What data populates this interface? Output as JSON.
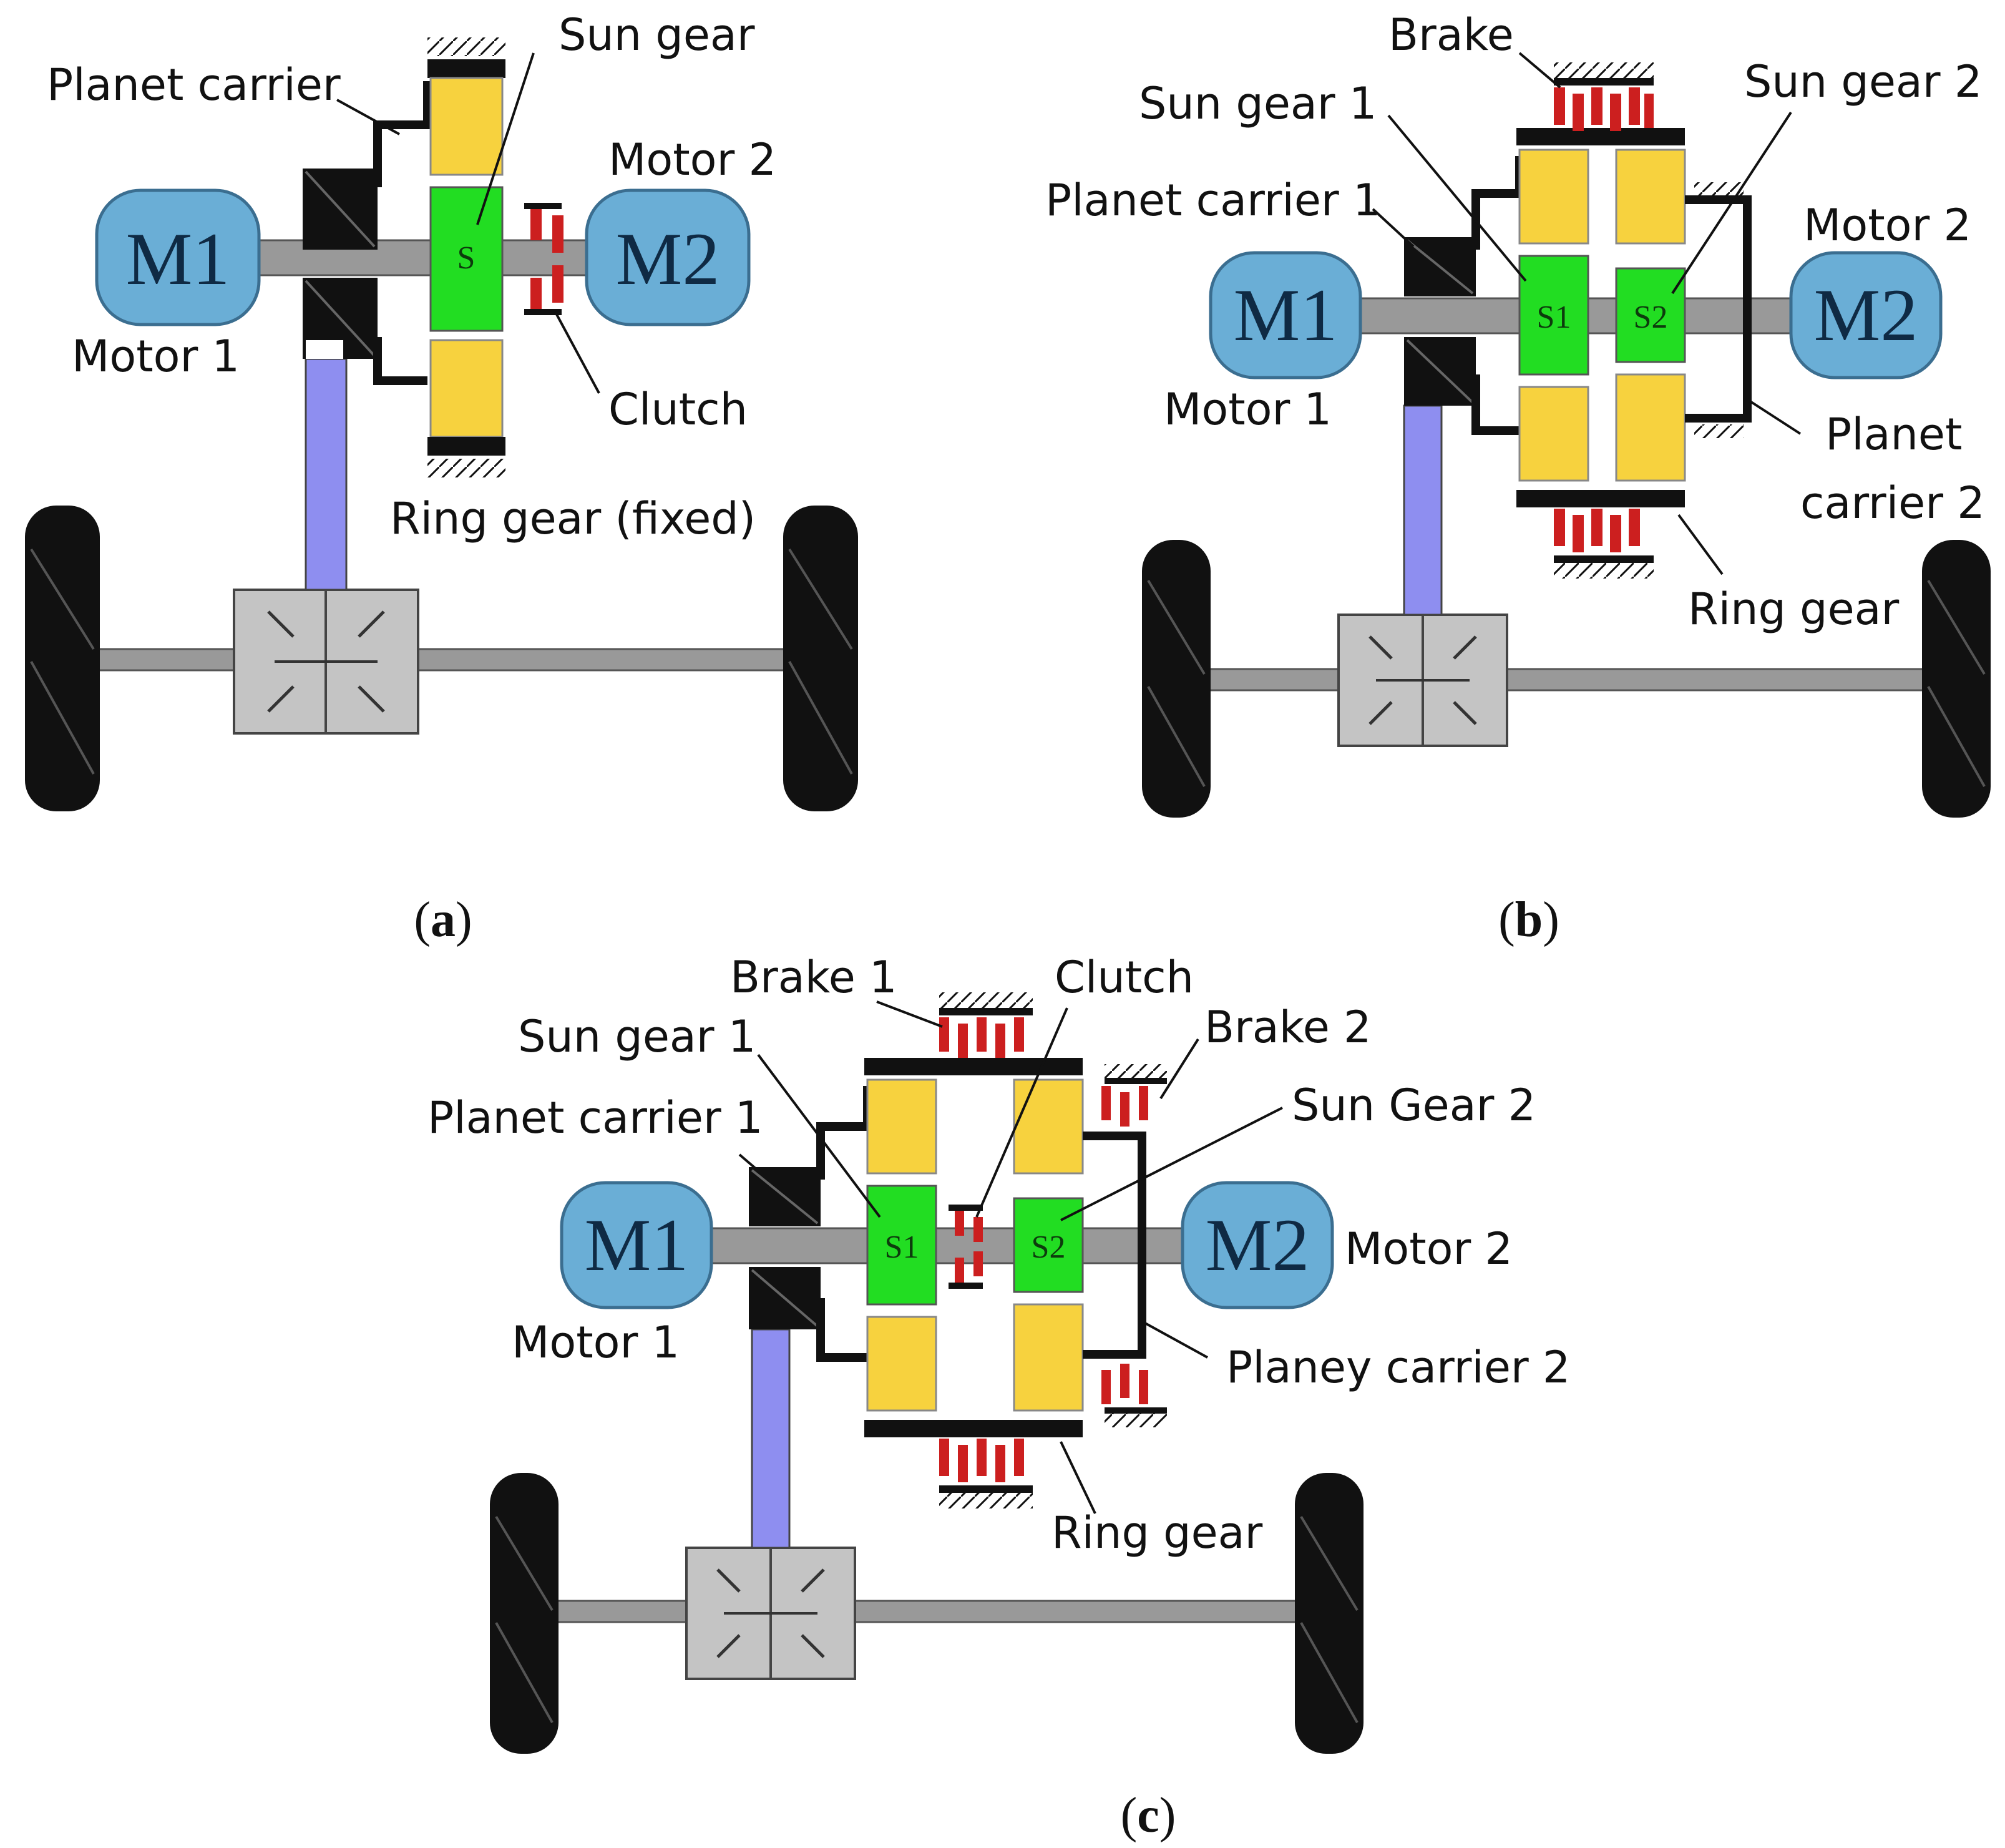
{
  "panels": {
    "a": {
      "caption_letter": "a",
      "labels": {
        "planet_carrier": "Planet carrier",
        "sun_gear": "Sun gear",
        "motor2": "Motor 2",
        "motor1": "Motor 1",
        "clutch": "Clutch",
        "ring_gear": "Ring gear (fixed)"
      },
      "motor1_symbol": "M1",
      "motor2_symbol": "M2",
      "sun_symbol": "S"
    },
    "b": {
      "caption_letter": "b",
      "labels": {
        "brake": "Brake",
        "sun_gear1": "Sun gear 1",
        "sun_gear2": "Sun gear 2",
        "planet_carrier1": "Planet carrier 1",
        "motor2": "Motor 2",
        "motor1": "Motor 1",
        "planet_carrier2_line1": "Planet",
        "planet_carrier2_line2": "carrier 2",
        "ring_gear": "Ring gear"
      },
      "motor1_symbol": "M1",
      "motor2_symbol": "M2",
      "sun1_symbol": "S1",
      "sun2_symbol": "S2"
    },
    "c": {
      "caption_letter": "c",
      "labels": {
        "brake1": "Brake 1",
        "clutch": "Clutch",
        "brake2": "Brake 2",
        "sun_gear1": "Sun gear 1",
        "sun_gear2": "Sun Gear 2",
        "planet_carrier1": "Planet carrier 1",
        "motor2": "Motor 2",
        "motor1": "Motor 1",
        "planet_carrier2": "Planey carrier 2",
        "ring_gear": "Ring gear"
      },
      "motor1_symbol": "M1",
      "motor2_symbol": "M2",
      "sun1_symbol": "S1",
      "sun2_symbol": "S2"
    }
  },
  "colors": {
    "motor": "#6aaed6",
    "sun_gear": "#22dd22",
    "planet_gear": "#f7d23e",
    "brake_clutch": "#cc1f1f",
    "output_shaft": "#8e8ef0",
    "differential": "#c4c4c4",
    "wheel": "#111111",
    "shaft": "#999999"
  }
}
